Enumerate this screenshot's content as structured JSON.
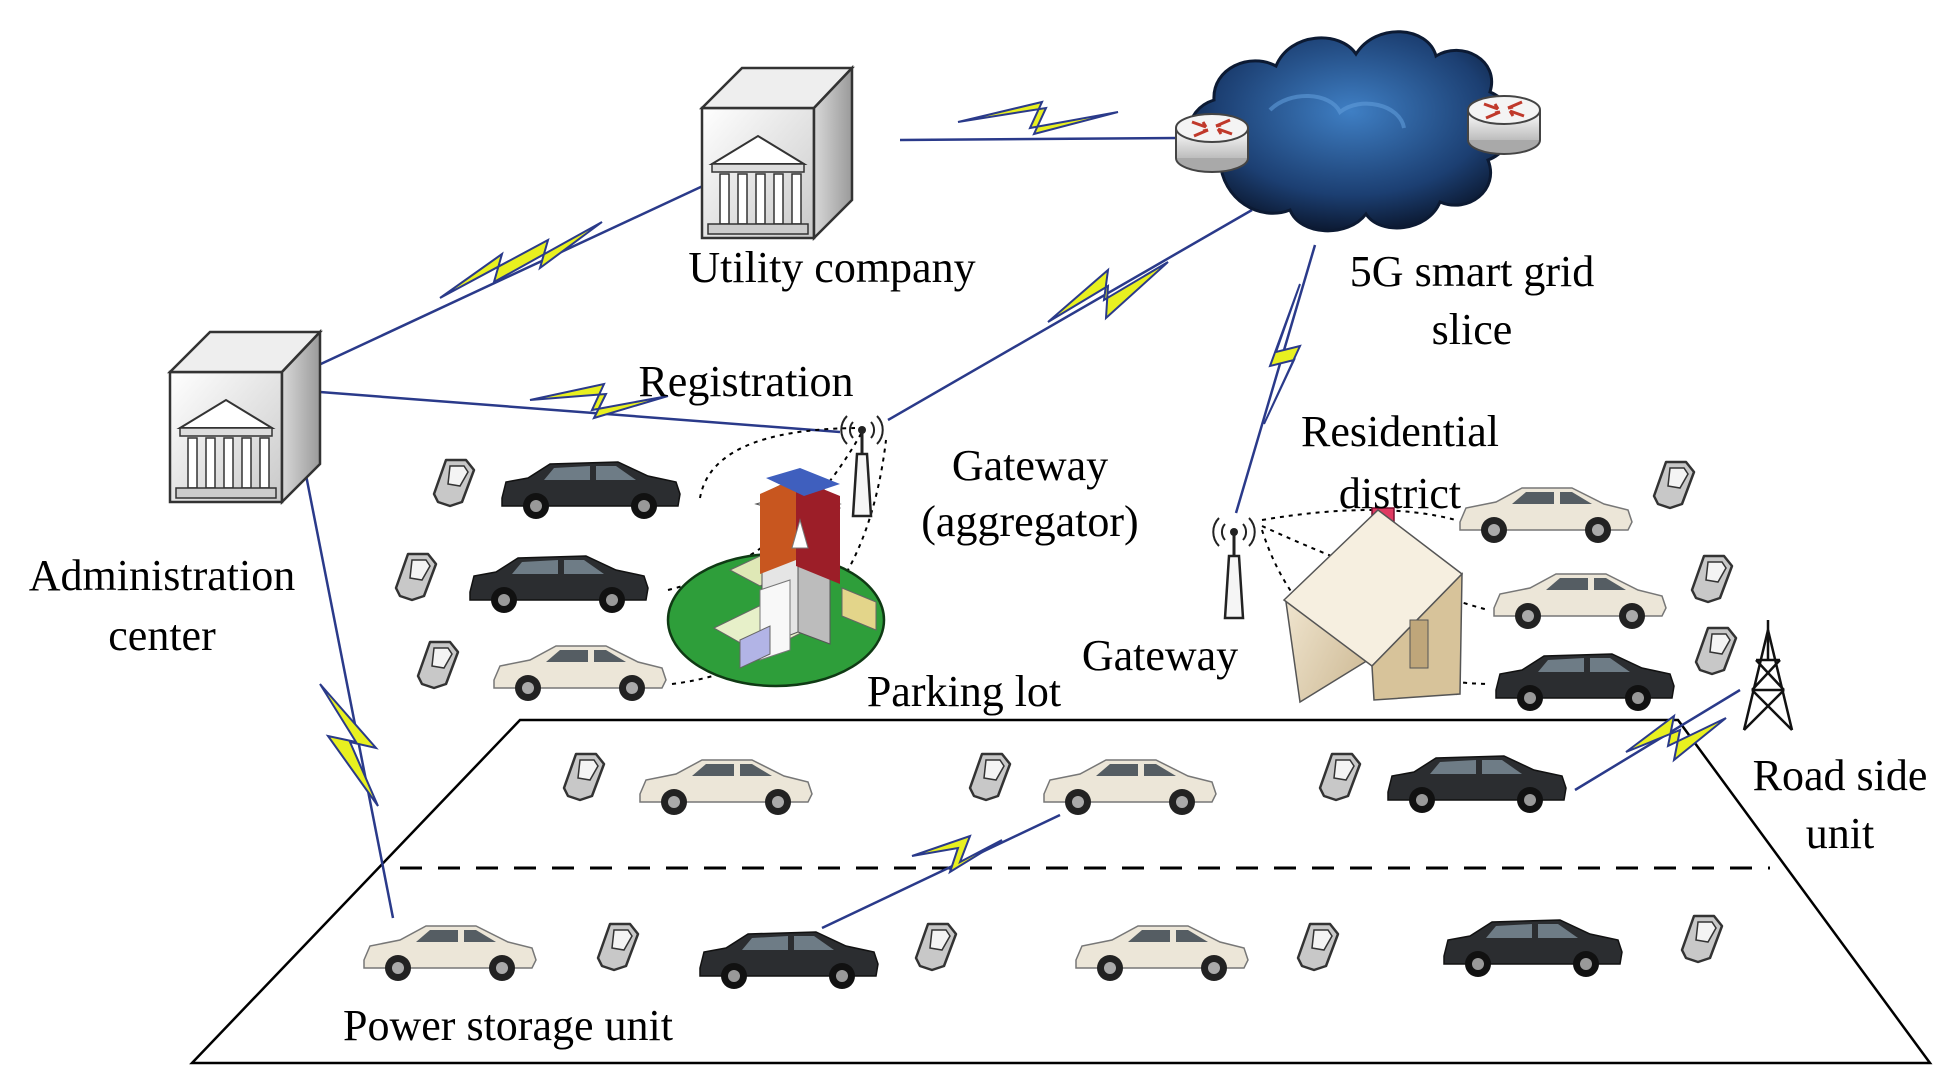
{
  "labels": {
    "utility": "Utility company",
    "slice_1": "5G smart grid",
    "slice_2": "slice",
    "registration": "Registration",
    "gateway_agg_1": "Gateway",
    "gateway_agg_2": "(aggregator)",
    "residential_1": "Residential",
    "residential_2": "district",
    "admin_1": "Administration",
    "admin_2": "center",
    "gateway": "Gateway",
    "parking": "Parking lot",
    "rsu_1": "Road side",
    "rsu_2": "unit",
    "storage": "Power storage unit"
  },
  "colors": {
    "bolt_fill": "#e8f020",
    "bolt_stroke": "#2a3a8a",
    "cloud": "#1f4f8c",
    "car_dark": "#2b2d30",
    "car_light": "#ece6d8",
    "parking_green": "#2e9e3a",
    "house_wall": "#ead9b8"
  }
}
